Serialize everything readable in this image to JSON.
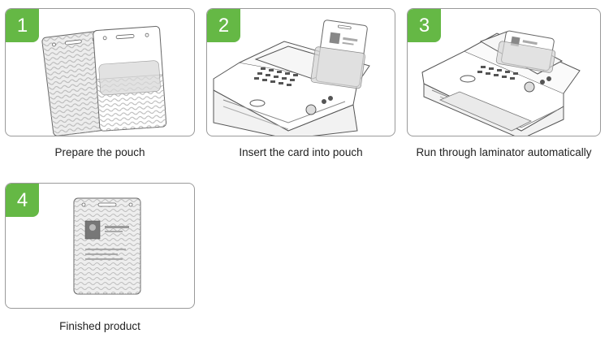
{
  "steps": [
    {
      "number": "1",
      "caption": "Prepare the pouch"
    },
    {
      "number": "2",
      "caption": "Insert the card into pouch"
    },
    {
      "number": "3",
      "caption": "Run through laminator automatically"
    },
    {
      "number": "4",
      "caption": "Finished product"
    }
  ],
  "colors": {
    "badge": "#65b845",
    "border": "#9a9a9a",
    "line_art": "#555555"
  }
}
